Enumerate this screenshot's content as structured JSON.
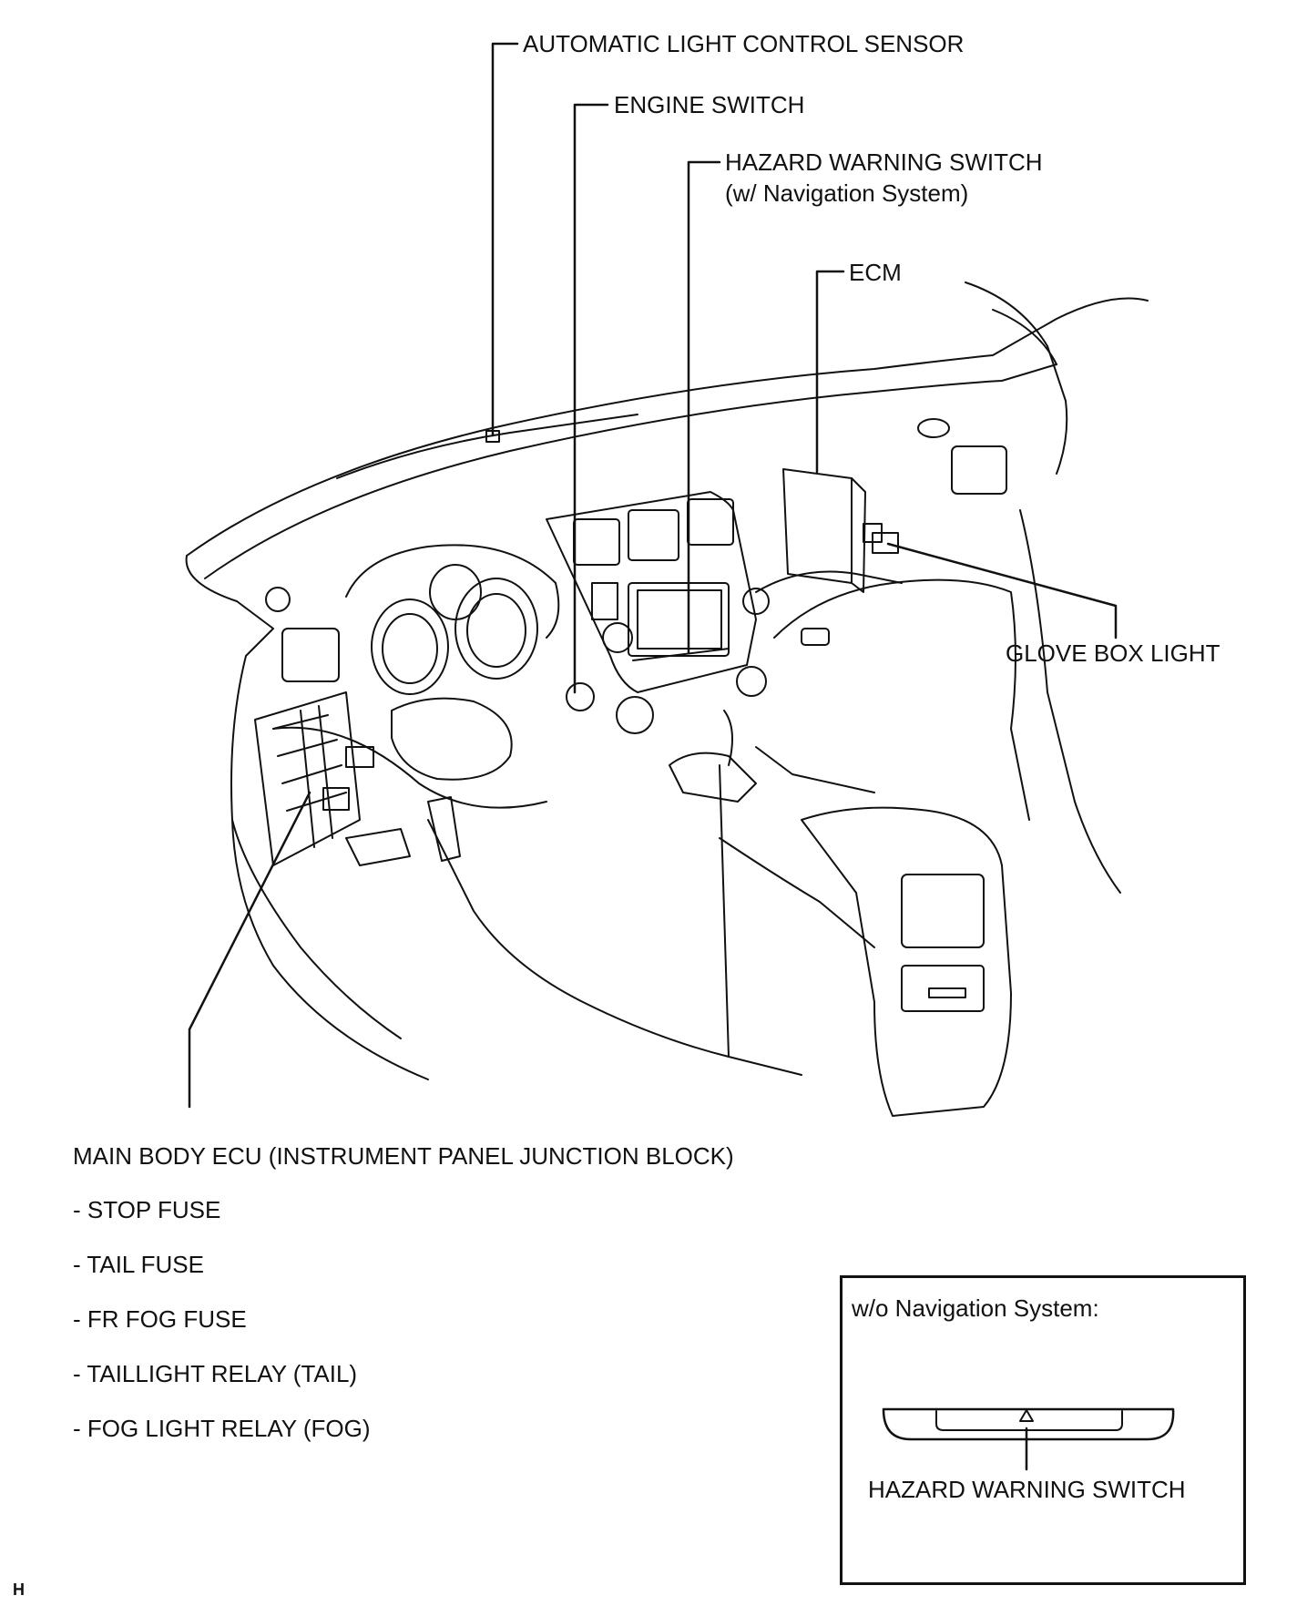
{
  "callouts": {
    "auto_light_sensor": "AUTOMATIC LIGHT CONTROL SENSOR",
    "engine_switch": "ENGINE SWITCH",
    "hazard_switch_nav": "HAZARD WARNING SWITCH",
    "hazard_switch_nav_note": "(w/ Navigation System)",
    "ecm": "ECM",
    "glove_box_light": "GLOVE BOX LIGHT",
    "main_body_ecu": "MAIN BODY ECU (INSTRUMENT PANEL JUNCTION BLOCK)"
  },
  "ecu_items": [
    "- STOP FUSE",
    "- TAIL FUSE",
    "- FR FOG FUSE",
    "- TAILLIGHT RELAY (TAIL)",
    "- FOG LIGHT RELAY (FOG)"
  ],
  "inset": {
    "title": "w/o Navigation System:",
    "label": "HAZARD WARNING SWITCH"
  },
  "corner_mark": "H"
}
